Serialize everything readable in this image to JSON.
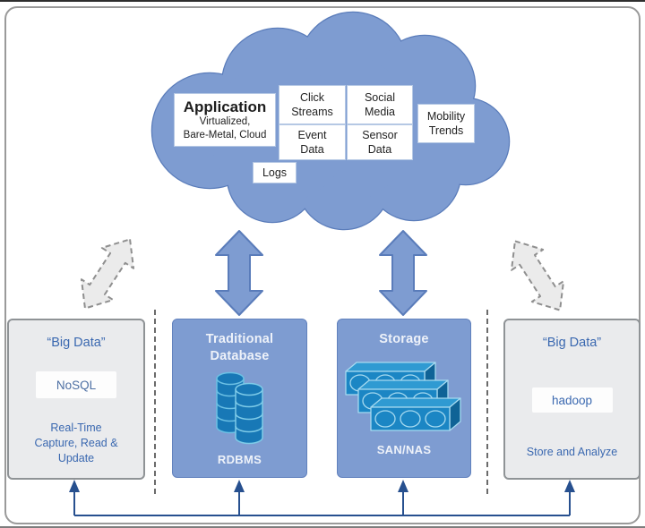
{
  "cloud": {
    "application": {
      "title": "Application",
      "subtitle": "Virtualized,\nBare-Metal, Cloud"
    },
    "sources": [
      {
        "label": "Click\nStreams"
      },
      {
        "label": "Social\nMedia"
      },
      {
        "label": "Event\nData"
      },
      {
        "label": "Sensor\nData"
      },
      {
        "label": "Mobility\nTrends"
      },
      {
        "label": "Logs"
      }
    ]
  },
  "tiers": {
    "nosql": {
      "title": "“Big Data”",
      "product": "NoSQL",
      "caption": "Real-Time\nCapture, Read &\nUpdate"
    },
    "rdbms": {
      "title": "Traditional\nDatabase",
      "caption": "RDBMS"
    },
    "storage": {
      "title": "Storage",
      "caption": "SAN/NAS"
    },
    "hadoop": {
      "title": "“Big Data”",
      "product": "hadoop",
      "caption": "Store and Analyze"
    }
  },
  "colors": {
    "cloud_fill": "#7e9cd1",
    "cloud_stroke": "#5a7cba",
    "tier_blue": "#7e9cd1",
    "tier_gray": "#eaebed",
    "accent_text": "#3a68b0",
    "icon_blue": "#1878b6",
    "connector_blue": "#27508f"
  }
}
